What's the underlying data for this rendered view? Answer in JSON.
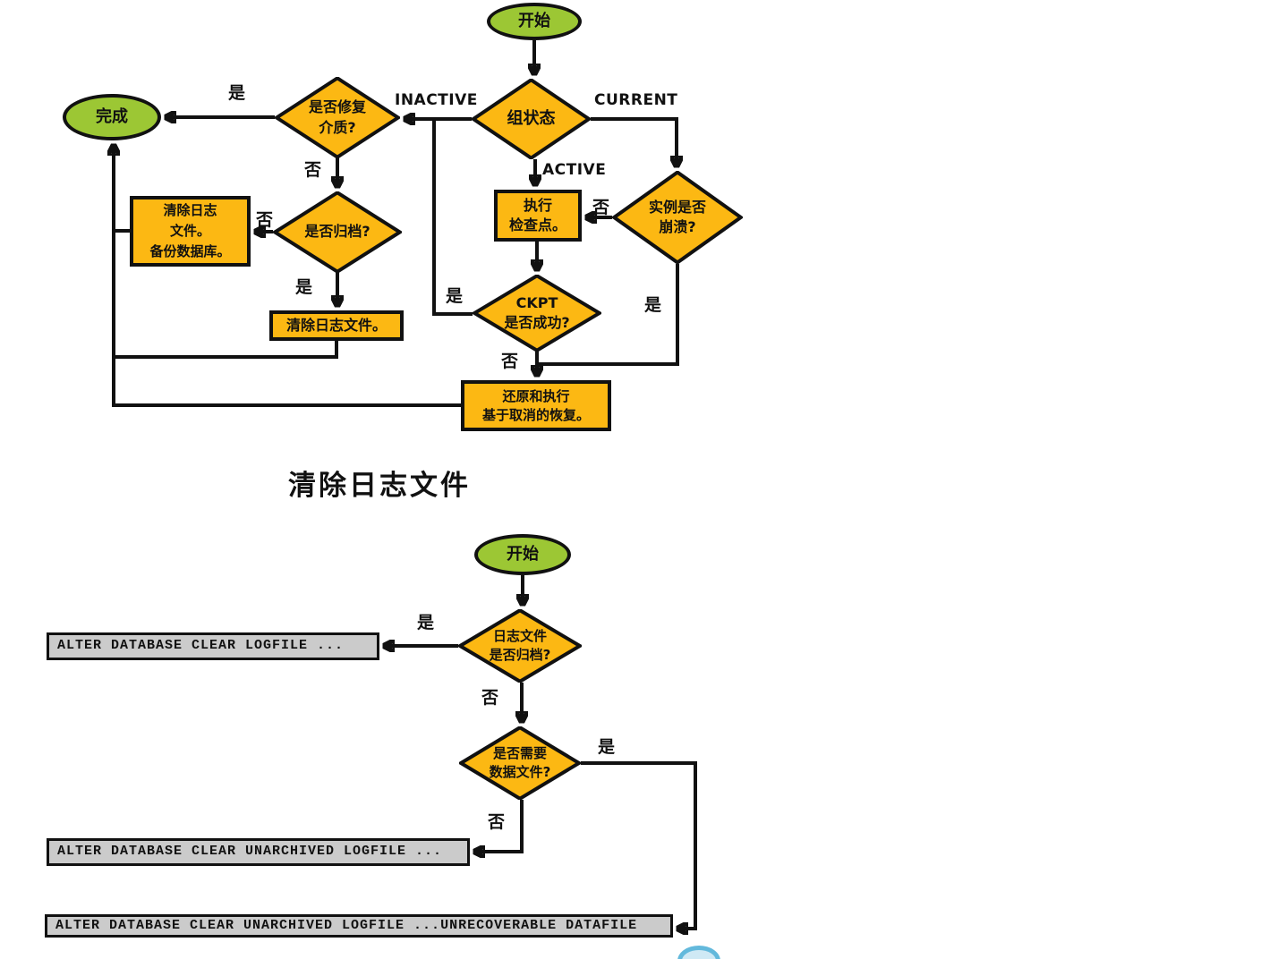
{
  "colors": {
    "node_green": "#9CC734",
    "node_yellow": "#FCB813",
    "box_gray": "#CBCBCB",
    "line": "#111111"
  },
  "flowchart1": {
    "nodes": {
      "start": "开始",
      "group_status": "组状态",
      "repair_media": "是否修复\n介质?",
      "done": "完成",
      "archived": "是否归档?",
      "clear_backup": "清除日志\n文件。\n备份数据库。",
      "clear_logfile": "清除日志文件。",
      "exec_checkpoint": "执行\n检查点。",
      "instance_crash": "实例是否\n崩溃?",
      "ckpt_success": "CKPT\n是否成功?",
      "restore_recover": "还原和执行\n基于取消的恢复。"
    },
    "edge_labels": {
      "inactive": "INACTIVE",
      "current": "CURRENT",
      "active": "ACTIVE",
      "yes_repair": "是",
      "no_repair": "否",
      "no_archived": "否",
      "yes_archived": "是",
      "no_crash": "否",
      "yes_crash": "是",
      "yes_ckpt": "是",
      "no_ckpt": "否"
    }
  },
  "section_title": "清除日志文件",
  "flowchart2": {
    "nodes": {
      "start": "开始",
      "logfile_archived": "日志文件\n是否归档?",
      "need_datafile": "是否需要\n数据文件?",
      "cmd_clear_logfile": "ALTER DATABASE CLEAR LOGFILE ...",
      "cmd_clear_unarchived": "ALTER DATABASE CLEAR UNARCHIVED LOGFILE ...",
      "cmd_clear_unrecoverable": "ALTER DATABASE CLEAR UNARCHIVED LOGFILE ...UNRECOVERABLE DATAFILE"
    },
    "edge_labels": {
      "yes_archived": "是",
      "no_archived": "否",
      "yes_datafile": "是",
      "no_datafile": "否"
    }
  }
}
